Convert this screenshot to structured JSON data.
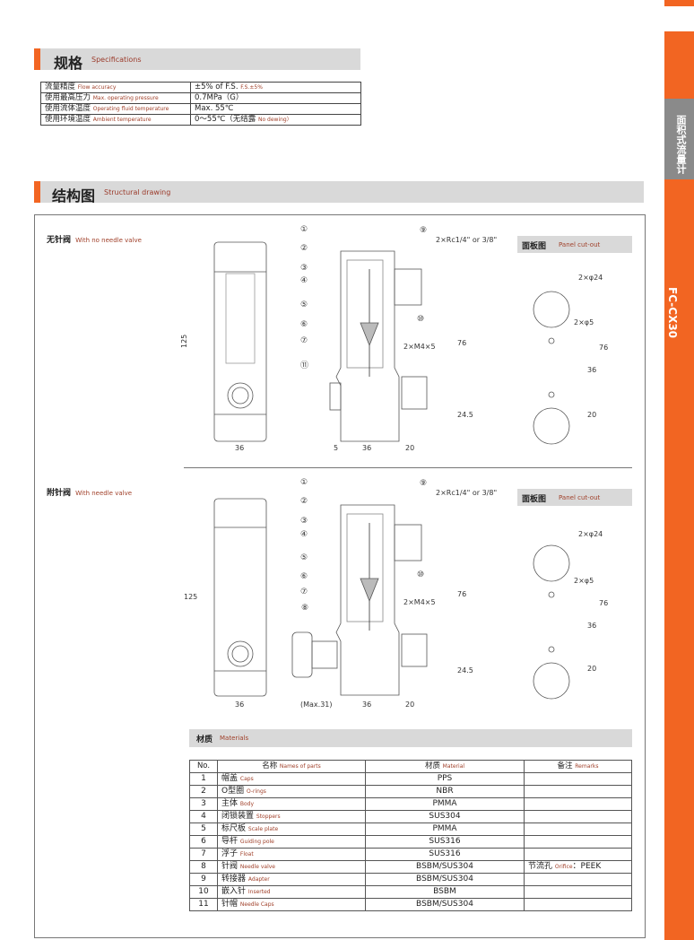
{
  "side": {
    "top_label": "面积式流量计",
    "model": "FC-CX30"
  },
  "specs": {
    "heading_cn": "规格",
    "heading_en": "Specifications",
    "rows": [
      {
        "cn": "流量精度",
        "en": "Flow accuracy",
        "value": "±5% of F.S.",
        "note": "F.S.±5%"
      },
      {
        "cn": "使用最高压力",
        "en": "Max. operating pressure",
        "value": "0.7MPa（G）",
        "note": ""
      },
      {
        "cn": "使用流体温度",
        "en": "Operating fluid temperature",
        "value": "Max. 55℃",
        "note": ""
      },
      {
        "cn": "使用环境温度",
        "en": "Ambient temperature",
        "value": "0～55℃（无结露",
        "note": "No dewing）"
      }
    ]
  },
  "structure": {
    "heading_cn": "结构图",
    "heading_en": "Structural drawing",
    "no_needle": {
      "cn": "无针阀",
      "en": "With no needle valve"
    },
    "with_needle": {
      "cn": "附针阀",
      "en": "With needle valve"
    },
    "panel": {
      "cn": "面板图",
      "en": "Panel cut-out"
    },
    "dims": {
      "height": "125",
      "width": "36",
      "side5": "5",
      "side36": "36",
      "side20": "20",
      "d76": "76",
      "d245": "24.5",
      "port": "2×Rc1/4\" or 3/8\"",
      "mount": "2×M4×5",
      "hole24": "2×φ24",
      "hole5": "2×φ5",
      "p36": "36",
      "p76": "76",
      "p20": "20",
      "max31": "(Max.31)"
    },
    "callouts": [
      "①",
      "②",
      "③",
      "④",
      "⑤",
      "⑥",
      "⑦",
      "⑧",
      "⑨",
      "⑩",
      "⑪"
    ]
  },
  "materials": {
    "heading_cn": "材质",
    "heading_en": "Materials",
    "headers": {
      "no": "No.",
      "name_cn": "名称",
      "name_en": "Names of parts",
      "mat_cn": "材质",
      "mat_en": "Material",
      "rem_cn": "备注",
      "rem_en": "Remarks"
    },
    "rows": [
      {
        "no": "1",
        "cn": "帽盖",
        "en": "Caps",
        "mat": "PPS",
        "rem_cn": "",
        "rem_en": "",
        "rem_val": ""
      },
      {
        "no": "2",
        "cn": "O型圈",
        "en": "O-rings",
        "mat": "NBR",
        "rem_cn": "",
        "rem_en": "",
        "rem_val": ""
      },
      {
        "no": "3",
        "cn": "主体",
        "en": "Body",
        "mat": "PMMA",
        "rem_cn": "",
        "rem_en": "",
        "rem_val": ""
      },
      {
        "no": "4",
        "cn": "闭锁装置",
        "en": "Stoppers",
        "mat": "SUS304",
        "rem_cn": "",
        "rem_en": "",
        "rem_val": ""
      },
      {
        "no": "5",
        "cn": "标尺板",
        "en": "Scale plate",
        "mat": "PMMA",
        "rem_cn": "",
        "rem_en": "",
        "rem_val": ""
      },
      {
        "no": "6",
        "cn": "导杆",
        "en": "Guiding pole",
        "mat": "SUS316",
        "rem_cn": "",
        "rem_en": "",
        "rem_val": ""
      },
      {
        "no": "7",
        "cn": "浮子",
        "en": "Float",
        "mat": "SUS316",
        "rem_cn": "",
        "rem_en": "",
        "rem_val": ""
      },
      {
        "no": "8",
        "cn": "针阀",
        "en": "Needle valve",
        "mat": "BSBM/SUS304",
        "rem_cn": "节流孔",
        "rem_en": "Orifice",
        "rem_val": "：PEEK"
      },
      {
        "no": "9",
        "cn": "转接器",
        "en": "Adapter",
        "mat": "BSBM/SUS304",
        "rem_cn": "",
        "rem_en": "",
        "rem_val": ""
      },
      {
        "no": "10",
        "cn": "嵌入针",
        "en": "Inserted",
        "mat": "BSBM",
        "rem_cn": "",
        "rem_en": "",
        "rem_val": ""
      },
      {
        "no": "11",
        "cn": "针帽",
        "en": "Needle Caps",
        "mat": "BSBM/SUS304",
        "rem_cn": "",
        "rem_en": "",
        "rem_val": ""
      }
    ]
  }
}
